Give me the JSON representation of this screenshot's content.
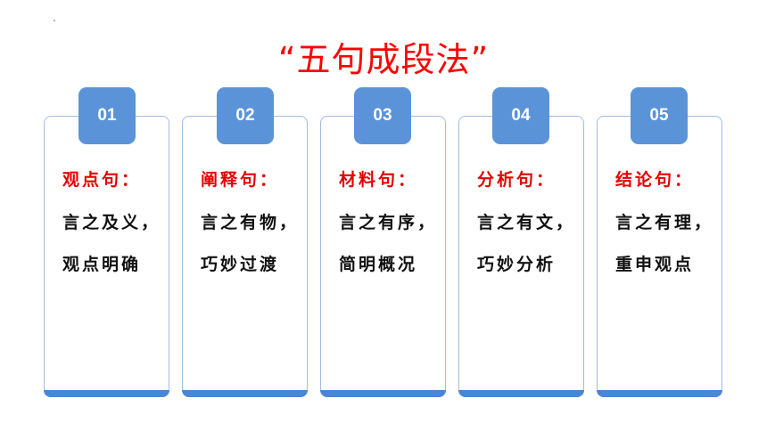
{
  "title": "“五句成段法”",
  "cards": [
    {
      "num": "01",
      "head": "观点句：",
      "line1": "言之及义，",
      "line2": "观点明确"
    },
    {
      "num": "02",
      "head": "阐释句：",
      "line1": "言之有物，",
      "line2": "巧妙过渡"
    },
    {
      "num": "03",
      "head": "材料句：",
      "line1": "言之有序，",
      "line2": "简明概况"
    },
    {
      "num": "04",
      "head": "分析句：",
      "line1": "言之有文，",
      "line2": "巧妙分析"
    },
    {
      "num": "05",
      "head": "结论句：",
      "line1": "言之有理，",
      "line2": "重申观点"
    }
  ],
  "colors": {
    "title": "#ff0000",
    "head": "#e40000",
    "badge": "#5b93d9",
    "border": "#9fbde3",
    "bar": "#4a86d8"
  }
}
